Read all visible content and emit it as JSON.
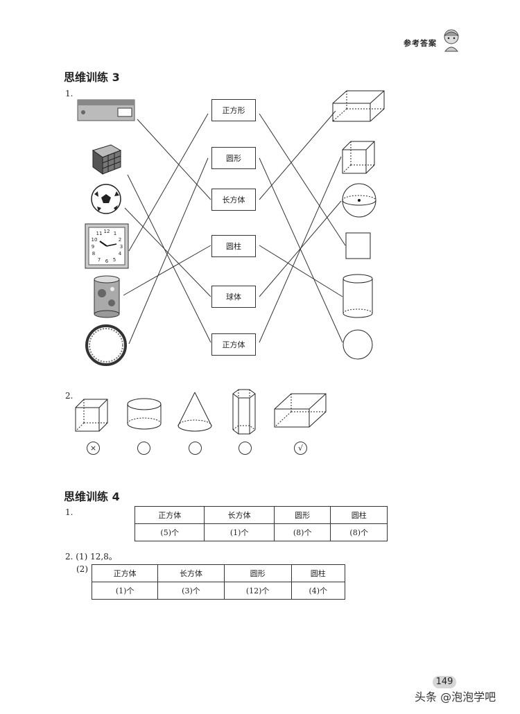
{
  "header": {
    "answer_label": "参考答案"
  },
  "section3": {
    "title": "思维训练 3",
    "q1": "1.",
    "q2": "2.",
    "labels": [
      "正方形",
      "圆形",
      "长方体",
      "圆柱",
      "球体",
      "正方体"
    ],
    "objects_left": [
      "printer-box",
      "rubik-cube",
      "soccer-ball",
      "square-clock",
      "flower-canister",
      "round-frame"
    ],
    "shapes_right": [
      "cuboid",
      "cube",
      "sphere",
      "square",
      "cylinder",
      "circle"
    ],
    "clock_digits": [
      "12",
      "1",
      "2",
      "3",
      "4",
      "5",
      "6",
      "7",
      "8",
      "9",
      "10",
      "11"
    ],
    "marks": [
      "×",
      "",
      "",
      "",
      "√"
    ]
  },
  "section4": {
    "title": "思维训练 4",
    "q1": "1.",
    "table1": {
      "headers": [
        "正方体",
        "长方体",
        "圆形",
        "圆柱"
      ],
      "values": [
        "(5)个",
        "(1)个",
        "(8)个",
        "(8)个"
      ]
    },
    "q2_1": "2. (1) 12,8。",
    "q2_2": "(2)",
    "table2": {
      "headers": [
        "正方体",
        "长方体",
        "圆形",
        "圆柱"
      ],
      "values": [
        "(1)个",
        "(3)个",
        "(12)个",
        "(4)个"
      ]
    }
  },
  "footer": {
    "page_number": "149",
    "watermark": "头条 @泡泡学吧"
  }
}
